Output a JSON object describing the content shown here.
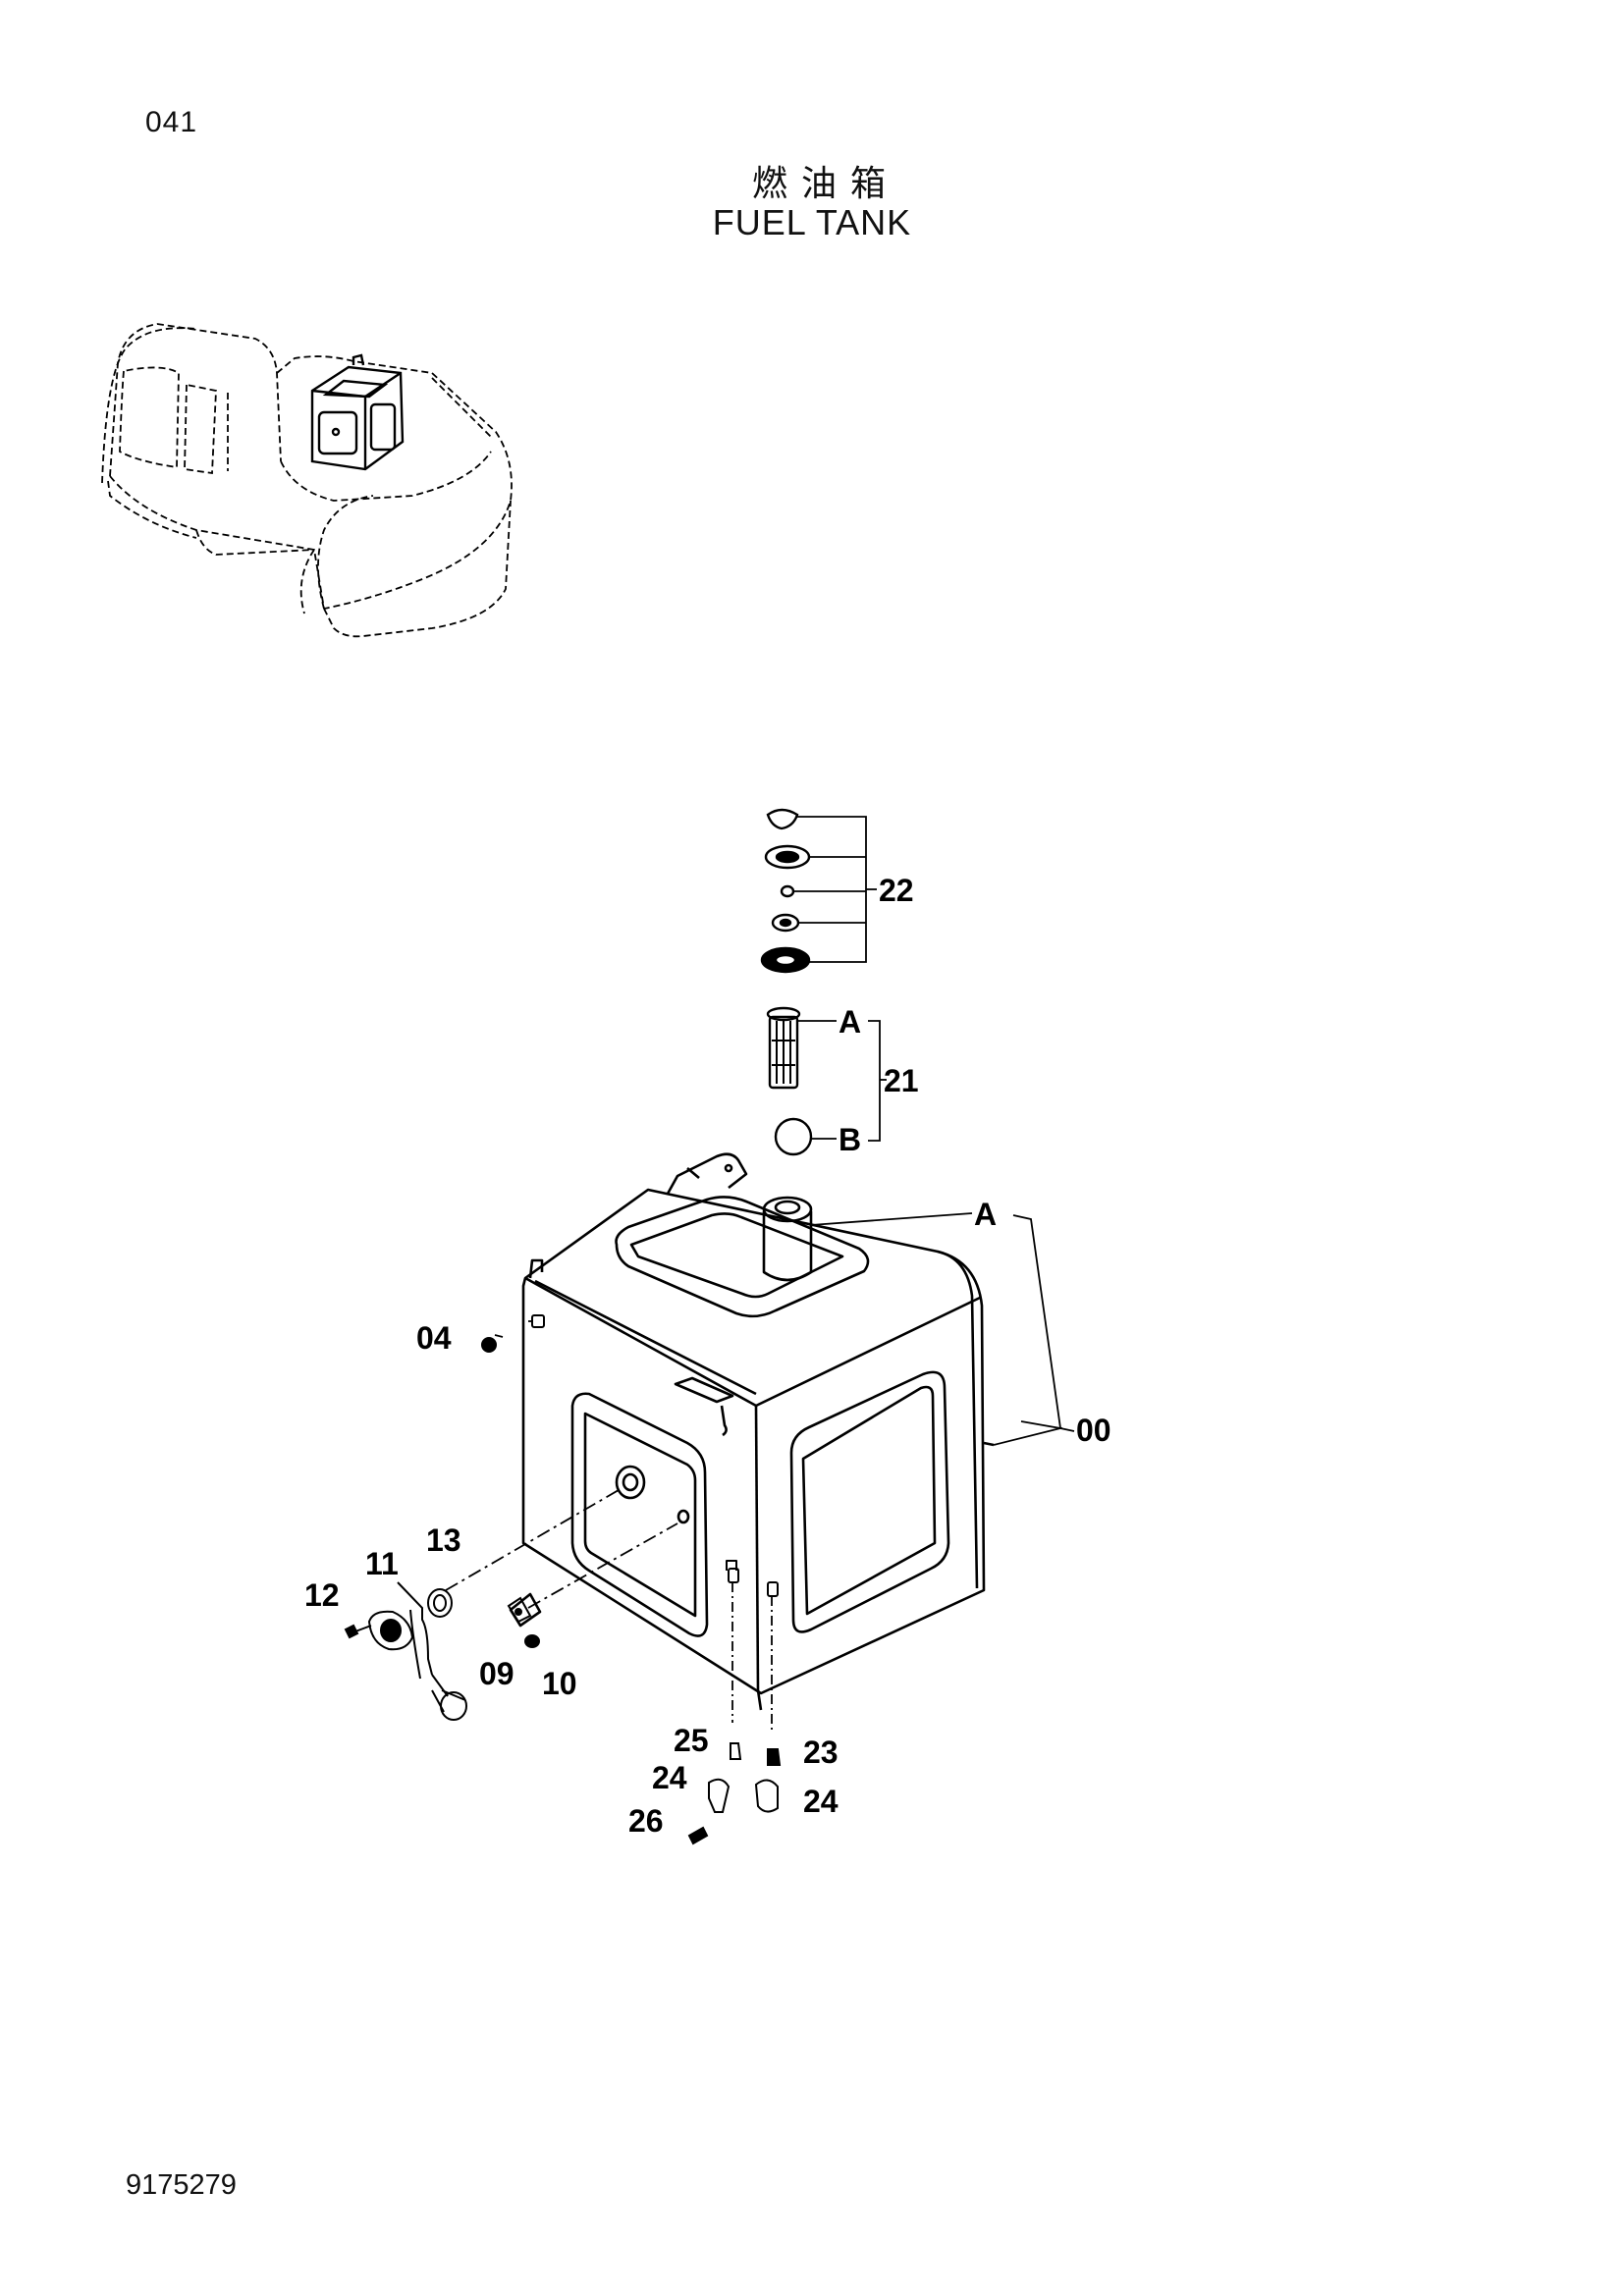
{
  "page": {
    "number": "041",
    "title_cn": "燃油箱",
    "title_en": "FUEL TANK",
    "footer_code": "9175279"
  },
  "callouts": {
    "c22": "22",
    "cA_top": "A",
    "c21": "21",
    "cB": "B",
    "cA_tank": "A",
    "c00": "00",
    "c04": "04",
    "c13": "13",
    "c11": "11",
    "c12": "12",
    "c09": "09",
    "c10": "10",
    "c25": "25",
    "c23": "23",
    "c24_left": "24",
    "c24_right": "24",
    "c26": "26"
  }
}
